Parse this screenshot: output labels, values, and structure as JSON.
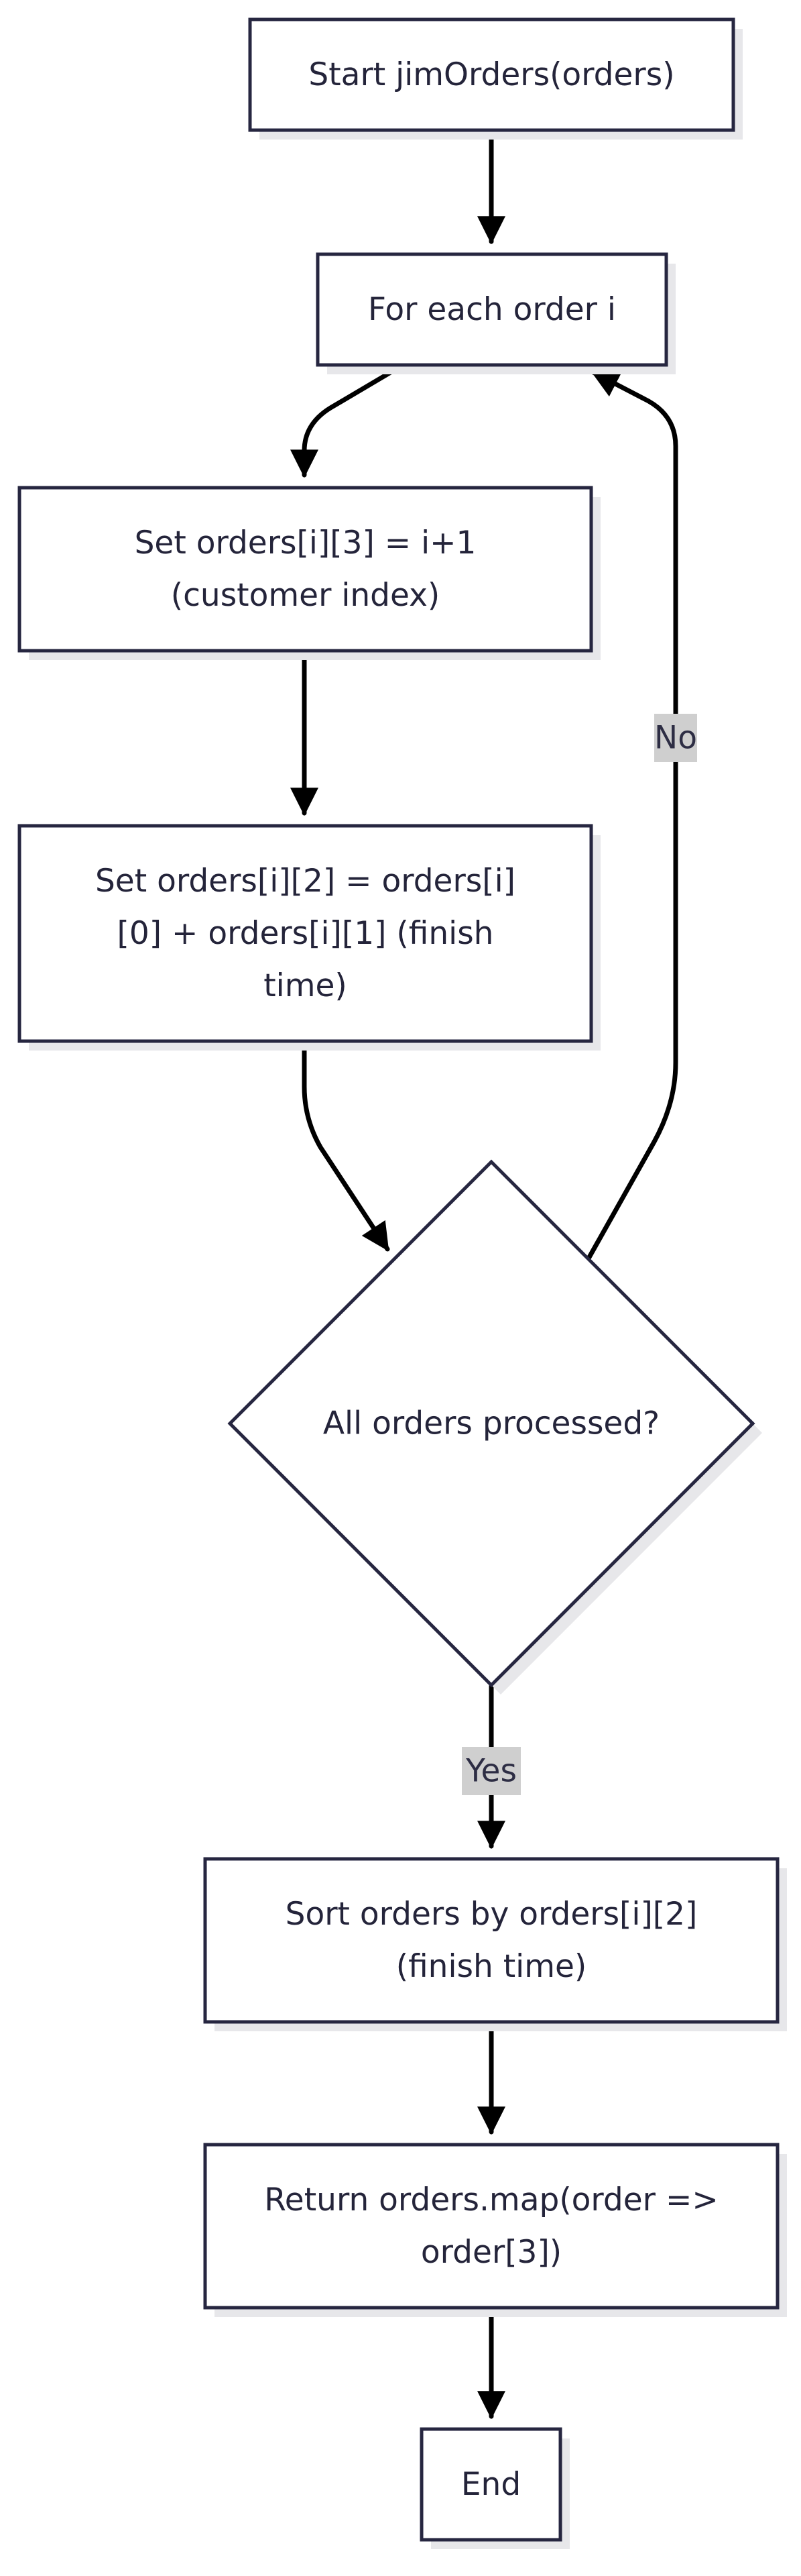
{
  "diagram": {
    "type": "flowchart",
    "nodes": [
      {
        "id": "start",
        "shape": "rect",
        "lines": [
          "Start jimOrders(orders)"
        ]
      },
      {
        "id": "loop",
        "shape": "rect",
        "lines": [
          "For each order i"
        ]
      },
      {
        "id": "set_index",
        "shape": "rect",
        "lines": [
          "Set orders[i][3] = i+1",
          "(customer index)"
        ]
      },
      {
        "id": "set_finish",
        "shape": "rect",
        "lines": [
          "Set orders[i][2] = orders[i]",
          "[0] + orders[i][1] (finish",
          "time)"
        ]
      },
      {
        "id": "check",
        "shape": "diamond",
        "lines": [
          "All orders processed?"
        ]
      },
      {
        "id": "sort",
        "shape": "rect",
        "lines": [
          "Sort orders by orders[i][2]",
          "(finish time)"
        ]
      },
      {
        "id": "return",
        "shape": "rect",
        "lines": [
          "Return orders.map(order =>",
          "order[3])"
        ]
      },
      {
        "id": "end",
        "shape": "rect",
        "lines": [
          "End"
        ]
      }
    ],
    "edges": [
      {
        "from": "start",
        "to": "loop",
        "label": ""
      },
      {
        "from": "loop",
        "to": "set_index",
        "label": ""
      },
      {
        "from": "set_index",
        "to": "set_finish",
        "label": ""
      },
      {
        "from": "set_finish",
        "to": "check",
        "label": ""
      },
      {
        "from": "check",
        "to": "loop",
        "label": "No"
      },
      {
        "from": "check",
        "to": "sort",
        "label": "Yes"
      },
      {
        "from": "sort",
        "to": "return",
        "label": ""
      },
      {
        "from": "return",
        "to": "end",
        "label": ""
      }
    ]
  }
}
